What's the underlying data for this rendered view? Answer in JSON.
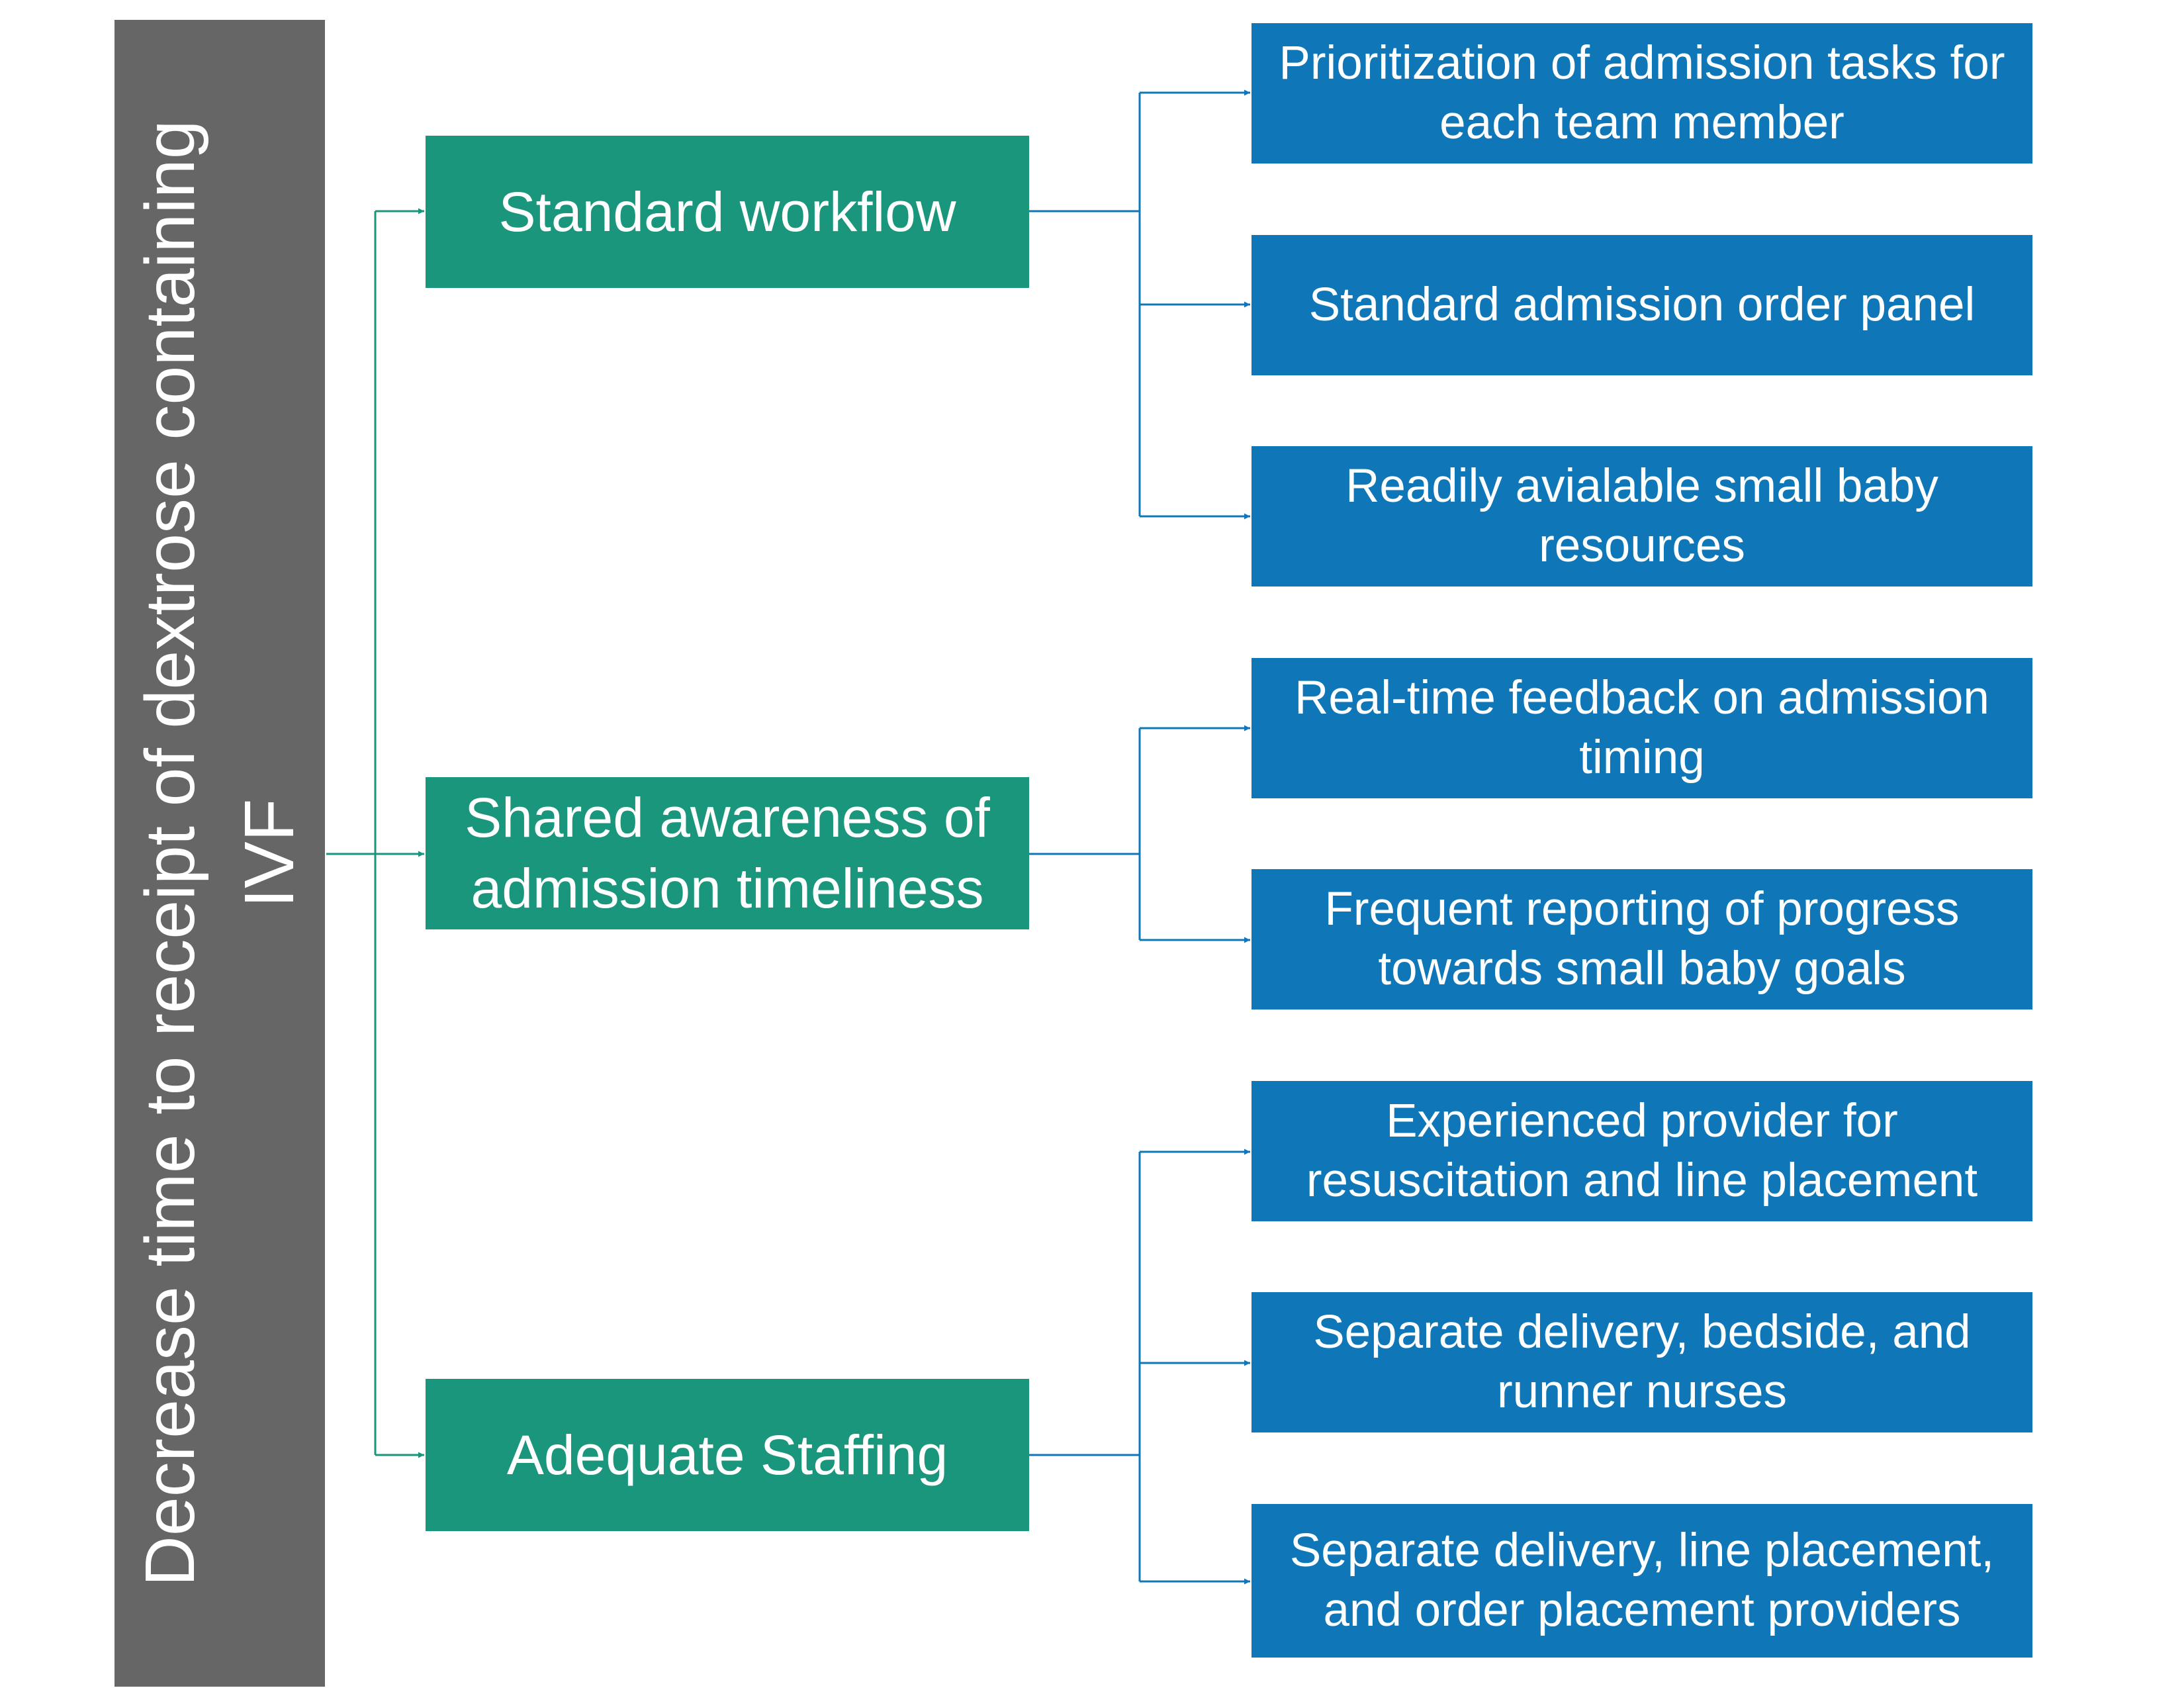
{
  "aim": {
    "text": "Decrease time to receipt of dextrose containing IVF"
  },
  "drivers": [
    {
      "label": "Standard workflow"
    },
    {
      "label": "Shared awareness of admission timeliness"
    },
    {
      "label": "Adequate Staffing"
    }
  ],
  "changes": [
    {
      "label": "Prioritization of admission tasks for each team member"
    },
    {
      "label": "Standard admission order panel"
    },
    {
      "label": "Readily avialable small baby resources"
    },
    {
      "label": "Real-time feedback on admission timing"
    },
    {
      "label": "Frequent reporting of progress towards small baby goals"
    },
    {
      "label": "Experienced provider for resuscitation and line placement"
    },
    {
      "label": "Separate delivery, bedside, and runner nurses"
    },
    {
      "label": "Separate delivery, line placement, and order placement providers"
    }
  ],
  "colors": {
    "aim": "#666666",
    "driver": "#1a967c",
    "change": "#0f77b8",
    "aim_connector": "#1a967c",
    "change_connector": "#0f77b8"
  }
}
